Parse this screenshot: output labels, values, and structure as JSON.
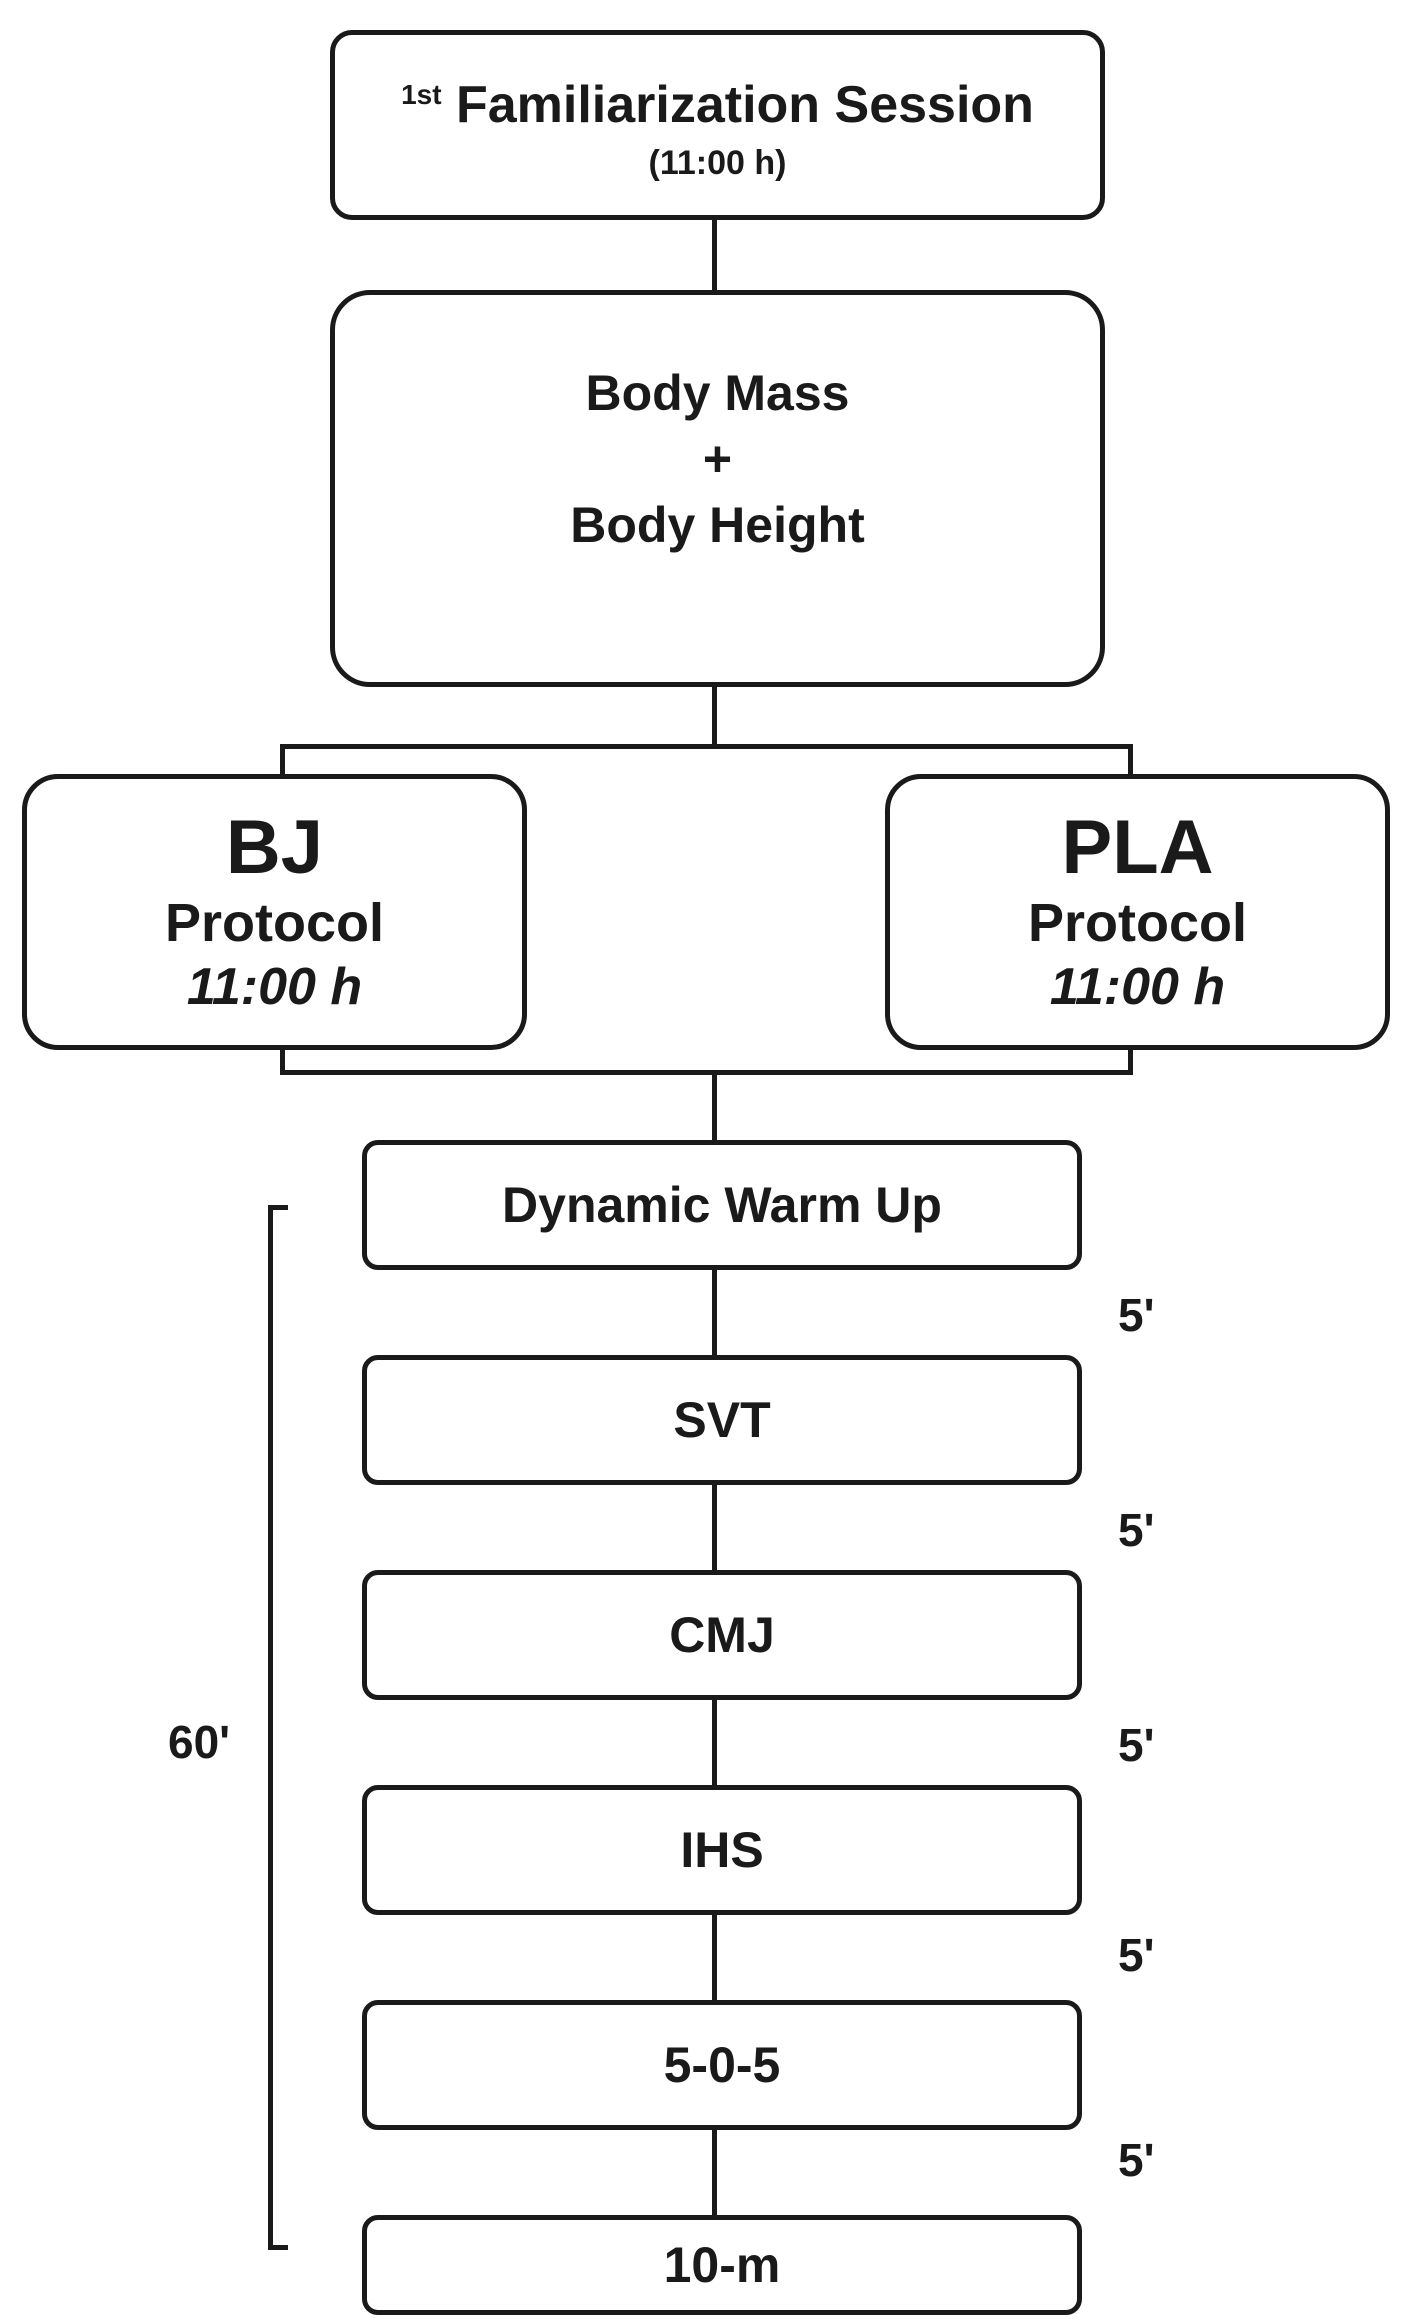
{
  "familiarization": {
    "superscript": "1st",
    "title": "Familiarization Session",
    "time": "(11:00 h)"
  },
  "anthropometrics": {
    "line1": "Body Mass",
    "line2": "+",
    "line3": "Body Height"
  },
  "protocols": [
    {
      "name": "BJ",
      "label": "Protocol",
      "time": "11:00 h"
    },
    {
      "name": "PLA",
      "label": "Protocol",
      "time": "11:00 h"
    }
  ],
  "steps": [
    "Dynamic Warm Up",
    "SVT",
    "CMJ",
    "IHS",
    "5-0-5",
    "10-m"
  ],
  "intervals": [
    "5'",
    "5'",
    "5'",
    "5'",
    "5'"
  ],
  "total_duration": "60'"
}
